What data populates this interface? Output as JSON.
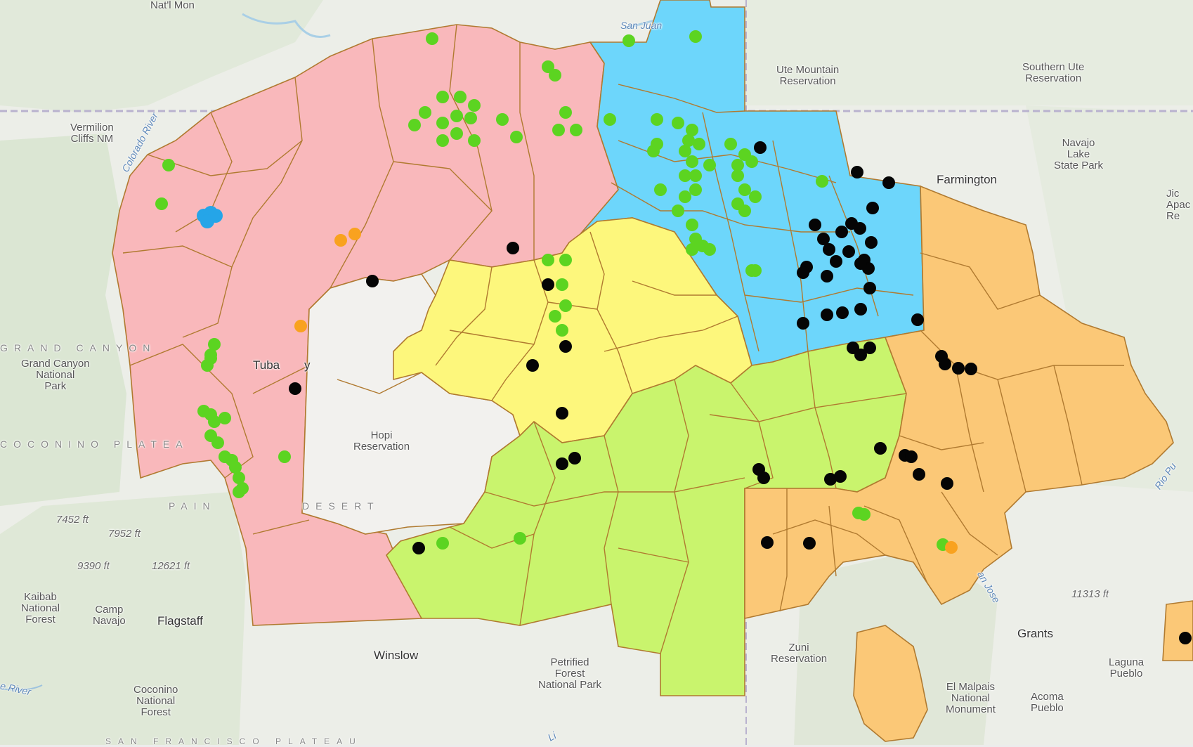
{
  "map": {
    "labels": {
      "natl_mon": "Nat'l Mon",
      "san_juan": "San Juan",
      "ute_mountain": [
        "Ute Mountain",
        "Reservation"
      ],
      "southern_ute": [
        "Southern Ute",
        "Reservation"
      ],
      "vermilion": [
        "Vermilion",
        "Cliffs NM"
      ],
      "colorado_river": "Colorado River",
      "navajo_lake": [
        "Navajo",
        "Lake",
        "State Park"
      ],
      "farmington": "Farmington",
      "apache": [
        "Jic",
        "Apac",
        "Re"
      ],
      "grand_canyon_region": "GRAND CANYON",
      "grand_canyon_park": [
        "Grand Canyon",
        "National",
        "Park"
      ],
      "tuba": "Tuba",
      "tuba_y": "y",
      "hopi": [
        "Hopi",
        "Reservation"
      ],
      "coconino_plateau": "COCONINO PLATEA",
      "painted_desert_a": "PAIN",
      "painted_desert_b": "DESERT",
      "elev_7452": "7452 ft",
      "elev_7952": "7952 ft",
      "elev_9390": "9390 ft",
      "elev_12621": "12621 ft",
      "elev_11313": "11313 ft",
      "kaibab": [
        "Kaibab",
        "National",
        "Forest"
      ],
      "camp_navajo": [
        "Camp",
        "Navajo"
      ],
      "flagstaff": "Flagstaff",
      "winslow": "Winslow",
      "petrified": [
        "Petrified",
        "Forest",
        "National Park"
      ],
      "zuni": [
        "Zuni",
        "Reservation"
      ],
      "grants": "Grants",
      "el_malpais": [
        "El Malpais",
        "National",
        "Monument"
      ],
      "acoma": [
        "Acoma",
        "Pueblo"
      ],
      "laguna": [
        "Laguna",
        "Pueblo"
      ],
      "coconino_forest": [
        "Coconino",
        "National",
        "Forest"
      ],
      "rio_puerco": "Rio Pu",
      "san_jose": "an Jose",
      "river_left": "e River",
      "san_francisco": "SAN FRANCISCO PLATEAU",
      "little": "Li"
    },
    "colors": {
      "western_agency": "#f9b8bb",
      "northern_agency": "#6dd6fb",
      "central_agency": "#fdf77c",
      "fort_defiance_agency": "#c9f46d",
      "eastern_agency": "#fbc877",
      "hopi": "#f2f1ee",
      "boundary": "#b07a30",
      "green_point": "#5cd421",
      "black_point": "#050505",
      "orange_point": "#f9a21f",
      "blue_point": "#25a5e8"
    },
    "legend_symbols": [
      "green-point",
      "black-point",
      "orange-point",
      "blue-point"
    ]
  }
}
